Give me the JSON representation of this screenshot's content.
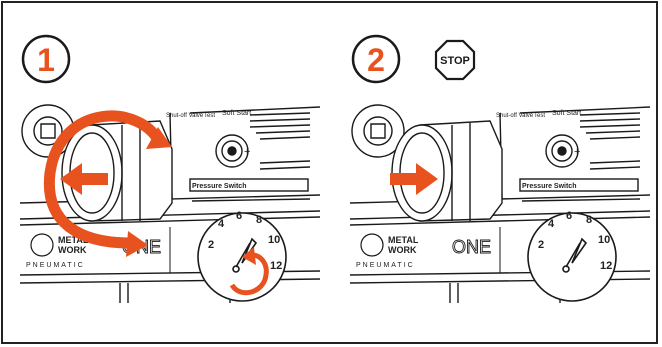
{
  "steps": [
    {
      "number": "1",
      "labels": {
        "shutoff": "Shut-off Valve",
        "test": "Test",
        "softstart": "Soft Start",
        "pressure_switch": "Pressure Switch",
        "brand_metal": "METAL",
        "brand_work": "WORK",
        "brand_pneumatic": "PNEUMATIC",
        "brand_one": "ONE",
        "dial_ticks": [
          "2",
          "4",
          "6",
          "8",
          "10",
          "12"
        ]
      },
      "arrows": [
        "push-arrow",
        "rotate-arrow-large",
        "rotate-arrow-dial"
      ]
    },
    {
      "number": "2",
      "stop_text": "STOP",
      "labels": {
        "shutoff": "Shut-off Valve",
        "test": "Test",
        "softstart": "Soft Start",
        "pressure_switch": "Pressure Switch",
        "brand_metal": "METAL",
        "brand_work": "WORK",
        "brand_pneumatic": "PNEUMATIC",
        "brand_one": "ONE",
        "dial_ticks": [
          "2",
          "4",
          "6",
          "8",
          "10",
          "12"
        ]
      },
      "arrows": [
        "push-arrow"
      ]
    }
  ],
  "colors": {
    "accent": "#e8521e",
    "ink": "#1a1a1a",
    "paper": "#ffffff"
  }
}
